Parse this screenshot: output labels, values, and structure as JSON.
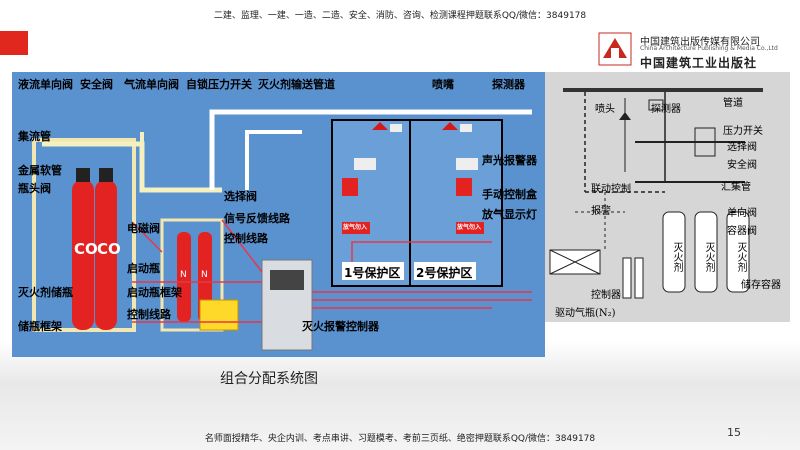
{
  "header": {
    "banner": "二建、监理、一建、一造、二造、安全、消防、咨询、检测课程押题联系QQ/微信：3849178"
  },
  "publisher": {
    "name_cn": "中国建筑出版传媒有限公司",
    "name_en": "China Architecture Publishing & Media Co.,Ltd",
    "name_cn2": "中国建筑工业出版社"
  },
  "left_diagram": {
    "labels": {
      "liquid_check_valve": "液流单向阀",
      "safety_valve": "安全阀",
      "gas_check_valve": "气流单向阀",
      "self_lock_pressure_switch": "自锁压力开关",
      "agent_pipe": "灭火剂输送管道",
      "nozzle": "喷嘴",
      "detector": "探测器",
      "manifold": "集流管",
      "metal_hose": "金属软管",
      "bottle_valve": "瓶头阀",
      "selector_valve": "选择阀",
      "sounder_alarm": "声光报警器",
      "manual_control_box": "手动控制盒",
      "discharge_lamp": "放气显示灯",
      "solenoid_valve": "电磁阀",
      "signal_feedback": "信号反馈线路",
      "control_line_1": "控制线路",
      "start_bottle": "启动瓶",
      "agent_storage": "灭火剂储瓶",
      "start_rack": "启动瓶框架",
      "control_line_2": "控制线路",
      "storage_rack": "储瓶框架",
      "controller": "灭火报警控制器",
      "zone1": "1号保护区",
      "zone2": "2号保护区",
      "gas_discharge_sign": "放气勿入"
    }
  },
  "right_diagram": {
    "labels": {
      "nozzle": "喷头",
      "detector": "探测器",
      "pipe": "管道",
      "pressure_switch": "压力开关",
      "selector_valve": "选择阀",
      "safety_valve": "安全阀",
      "linkage_control": "联动控制",
      "alarm": "报警",
      "manifold": "汇集管",
      "check_valve": "单向阀",
      "container_valve": "容器阀",
      "agent": "灭火剂",
      "storage_container": "储存容器",
      "controller": "控制器",
      "drive_gas_bottle": "驱动气瓶(N₂)"
    }
  },
  "caption": "组合分配系统图",
  "footer": "名师面授精华、央企内训、考点串讲、习题模考、考前三页纸、绝密押题联系QQ/微信：3849178",
  "page_number": "15"
}
